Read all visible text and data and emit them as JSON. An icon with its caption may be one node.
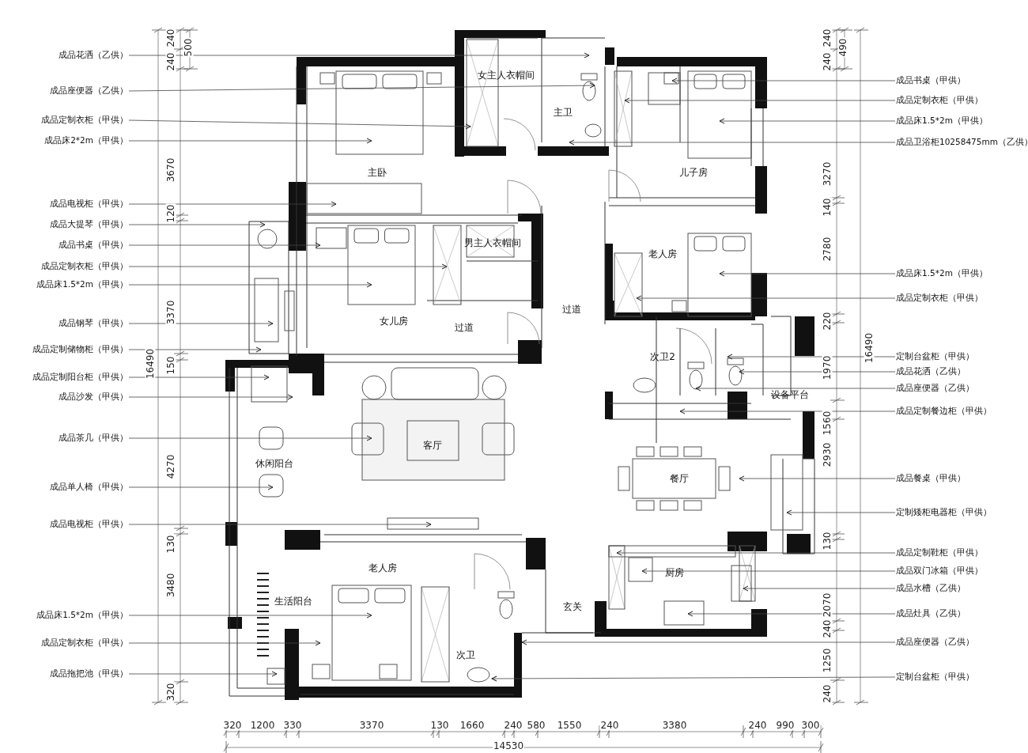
{
  "diagram": {
    "nodes": [
      {
        "text": [
          "成品花洒（乙供）"
        ]
      },
      {
        "text": [
          "成品座便器（乙供）"
        ]
      },
      {
        "text": [
          "成品定制衣柜（甲供）"
        ]
      },
      {
        "text": [
          "成品床2*2m（甲供）"
        ]
      },
      {
        "text": [
          "成品电视柜（甲供）"
        ]
      },
      {
        "text": [
          "成品大提琴（甲供）"
        ]
      },
      {
        "text": [
          "成品书桌（甲供）"
        ]
      },
      {
        "text": [
          "成品定制衣柜（甲供）"
        ]
      },
      {
        "text": [
          "成品床1.5*2m（甲供）"
        ]
      },
      {
        "text": [
          "成品钢琴（甲供）"
        ]
      },
      {
        "text": [
          "成品定制储物柜（甲供）"
        ]
      },
      {
        "text": [
          "成品定制阳台柜（甲供）"
        ]
      },
      {
        "text": [
          "成品沙发（甲供）"
        ]
      },
      {
        "text": [
          "成品茶几（甲供）"
        ]
      },
      {
        "text": [
          "成品单人椅（甲供）"
        ]
      },
      {
        "text": [
          "成品电视柜（甲供）"
        ]
      },
      {
        "text": [
          "成品床1.5*2m（甲供）"
        ]
      },
      {
        "text": [
          "成品定制衣柜（甲供）"
        ]
      },
      {
        "text": [
          "成品拖把池（甲供）"
        ]
      },
      {
        "text": [
          "成品书桌（甲供）"
        ]
      },
      {
        "text": [
          "成品定制衣柜（甲供）"
        ]
      },
      {
        "text": [
          "成品床1.5*2m（甲供）"
        ]
      },
      {
        "text": [
          "成品卫浴柜10258475mm（乙供）"
        ]
      },
      {
        "text": [
          "成品床1.5*2m（甲供）"
        ]
      },
      {
        "text": [
          "成品定制衣柜（甲供）"
        ]
      },
      {
        "text": [
          "定制台盆柜（甲供）"
        ]
      },
      {
        "text": [
          "成品花洒（乙供）"
        ]
      },
      {
        "text": [
          "成品座便器（乙供）"
        ]
      },
      {
        "text": [
          "成品定制餐边柜（甲供）"
        ]
      },
      {
        "text": [
          "成品餐桌（甲供）"
        ]
      },
      {
        "text": [
          "定制矮柜电器柜（甲供）"
        ]
      },
      {
        "text": [
          "成品定制鞋柜（甲供）"
        ]
      },
      {
        "text": [
          "成品双门冰箱（甲供）"
        ]
      },
      {
        "text": [
          "成品水槽（乙供）"
        ]
      },
      {
        "text": [
          "成品灶具（乙供）"
        ]
      },
      {
        "text": [
          "成品座便器（乙供）"
        ]
      },
      {
        "text": [
          "定制台盆柜（甲供）"
        ]
      }
    ],
    "edges": [
      {
        "from": 0,
        "to": null,
        "arrow": "to"
      },
      {
        "from": 1,
        "to": null,
        "arrow": "to"
      },
      {
        "from": 2,
        "to": null,
        "arrow": "to"
      },
      {
        "from": 3,
        "to": null,
        "arrow": "to"
      },
      {
        "from": 4,
        "to": null,
        "arrow": "to"
      },
      {
        "from": 5,
        "to": null,
        "arrow": "to"
      },
      {
        "from": 6,
        "to": null,
        "arrow": "to"
      },
      {
        "from": 7,
        "to": null,
        "arrow": "to"
      },
      {
        "from": 8,
        "to": null,
        "arrow": "to"
      },
      {
        "from": 9,
        "to": null,
        "arrow": "to"
      },
      {
        "from": 10,
        "to": null,
        "arrow": "to"
      },
      {
        "from": 11,
        "to": null,
        "arrow": "to"
      },
      {
        "from": 12,
        "to": null,
        "arrow": "to"
      },
      {
        "from": 13,
        "to": null,
        "arrow": "to"
      },
      {
        "from": 14,
        "to": null,
        "arrow": "to"
      },
      {
        "from": 15,
        "to": null,
        "arrow": "to"
      },
      {
        "from": 16,
        "to": null,
        "arrow": "to"
      },
      {
        "from": 17,
        "to": null,
        "arrow": "to"
      },
      {
        "from": 18,
        "to": null,
        "arrow": "to"
      },
      {
        "from": 19,
        "to": null,
        "arrow": "to"
      },
      {
        "from": 20,
        "to": null,
        "arrow": "to"
      },
      {
        "from": 21,
        "to": null,
        "arrow": "to"
      },
      {
        "from": 22,
        "to": null,
        "arrow": "to"
      },
      {
        "from": 23,
        "to": null,
        "arrow": "to"
      },
      {
        "from": 24,
        "to": null,
        "arrow": "to"
      },
      {
        "from": 25,
        "to": null,
        "arrow": "to"
      },
      {
        "from": 26,
        "to": null,
        "arrow": "to"
      },
      {
        "from": 27,
        "to": null,
        "arrow": "to"
      },
      {
        "from": 28,
        "to": null,
        "arrow": "to"
      },
      {
        "from": 29,
        "to": null,
        "arrow": "to"
      },
      {
        "from": 30,
        "to": null,
        "arrow": "to"
      },
      {
        "from": 31,
        "to": null,
        "arrow": "to"
      },
      {
        "from": 32,
        "to": null,
        "arrow": "to"
      },
      {
        "from": 33,
        "to": null,
        "arrow": "to"
      },
      {
        "from": 34,
        "to": null,
        "arrow": "to"
      },
      {
        "from": 35,
        "to": null,
        "arrow": "to"
      },
      {
        "from": 36,
        "to": null,
        "arrow": "to"
      }
    ],
    "labels": [
      "女主人衣帽间",
      "主卫",
      "主卧",
      "儿子房",
      "男主人衣帽间",
      "老人房",
      "过道",
      "女儿房",
      "过道",
      "次卫2",
      "设备平台",
      "客厅",
      "休闲阳台",
      "餐厅",
      "老人房",
      "厨房",
      "玄关",
      "生活阳台",
      "次卫",
      "240",
      "500",
      "240",
      "3670",
      "120",
      "3370",
      "16490",
      "150",
      "4270",
      "130",
      "3480",
      "320",
      "240",
      "490",
      "240",
      "3270",
      "140",
      "2780",
      "220",
      "1970",
      "16490",
      "1560",
      "2930",
      "130",
      "2070",
      "240",
      "1250",
      "240",
      "320",
      "1200",
      "330",
      "3370",
      "130",
      "1660",
      "240",
      "580",
      "1550",
      "240",
      "3380",
      "240",
      "990",
      "300",
      "14530"
    ]
  }
}
